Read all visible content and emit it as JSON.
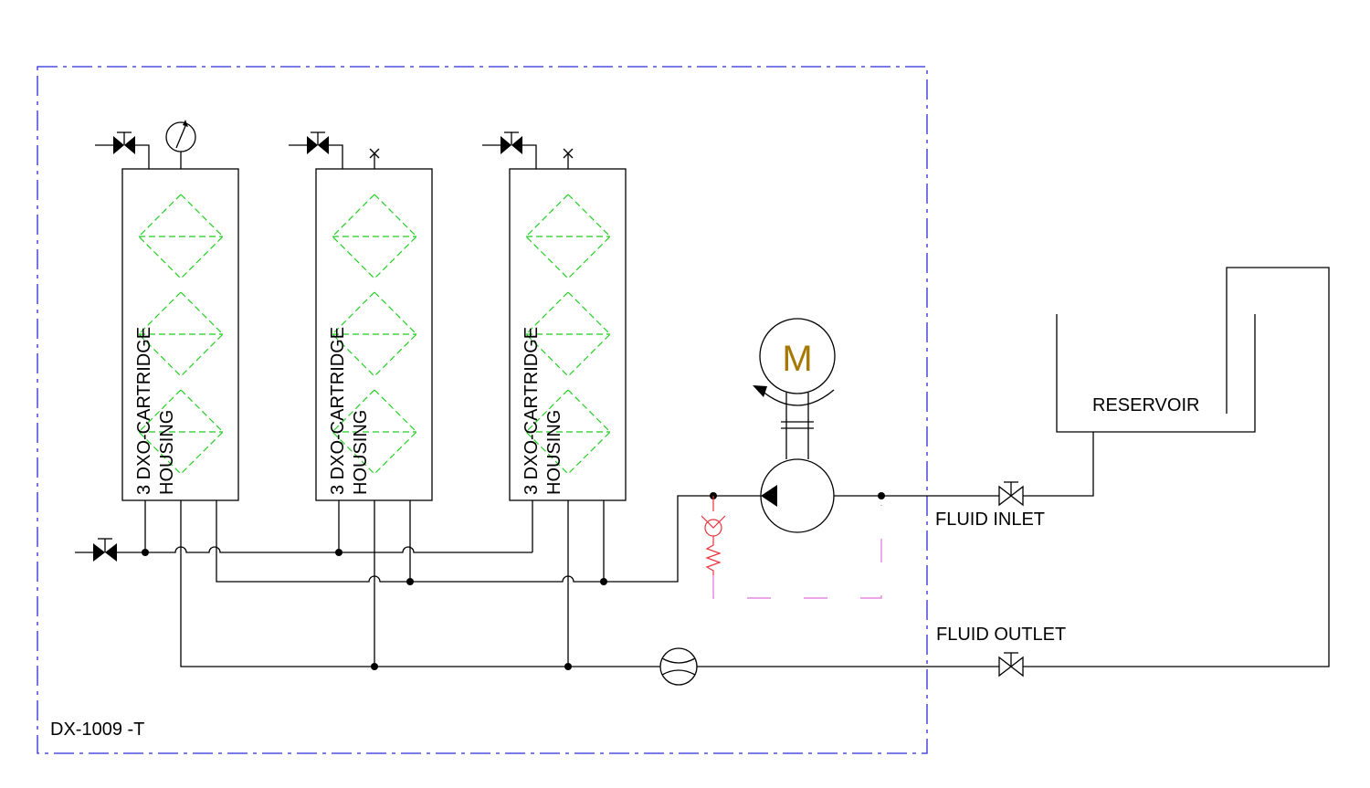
{
  "diagram": {
    "unit_label": "DX-1009 -T",
    "housings": [
      {
        "line1": "3 DXO-CARTRIDGE",
        "line2": "HOUSING"
      },
      {
        "line1": "3 DXO-CARTRIDGE",
        "line2": "HOUSING"
      },
      {
        "line1": "3 DXO-CARTRIDGE",
        "line2": "HOUSING"
      }
    ],
    "motor_label": "M",
    "reservoir_label": "RESERVOIR",
    "fluid_inlet_label": "FLUID INLET",
    "fluid_outlet_label": "FLUID OUTLET"
  },
  "colors": {
    "boundary": "#2b2bd8",
    "filter_element": "#22cc22",
    "relief_valve": "#e8323c",
    "drain_line": "#e070e0",
    "motor_letter": "#a67800",
    "line": "#000000"
  }
}
